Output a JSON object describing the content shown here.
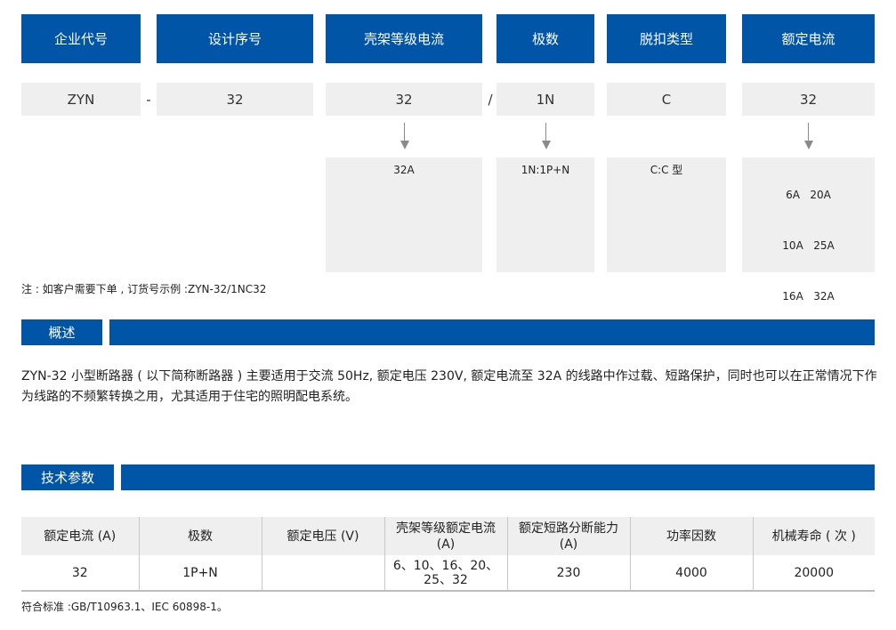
{
  "model_code": {
    "headers": [
      "企业代号",
      "设计序号",
      "壳架等级电流",
      "极数",
      "脱扣类型",
      "额定电流"
    ],
    "values": [
      "ZYN",
      "32",
      "32",
      "1N",
      "C",
      "32"
    ],
    "separators": [
      "-",
      "/"
    ],
    "options": {
      "frame_current": [
        "32A"
      ],
      "poles": [
        "1N:1P+N"
      ],
      "trip_type": [
        "C:C 型"
      ],
      "rated_current": [
        "6A   20A",
        "10A   25A",
        "16A   32A"
      ]
    }
  },
  "note": "注 : 如客户需要下单 , 订货号示例 :ZYN-32/1NC32",
  "overview": {
    "title": "概述",
    "text": "ZYN-32 小型断路器 ( 以下简称断路器 ) 主要适用于交流 50Hz, 额定电压 230V, 额定电流至 32A 的线路中作过载、短路保护，同时也可以在正常情况下作为线路的不频繁转换之用，尤其适用于住宅的照明配电系统。"
  },
  "tech": {
    "title": "技术参数",
    "columns": [
      "额定电流 (A)",
      "极数",
      "额定电压 (V)",
      "壳架等级额定电流 (A)",
      "额定短路分断能力 (A)",
      "功率因数",
      "机械寿命 ( 次 )"
    ],
    "rows": [
      [
        "32",
        "1P+N",
        "",
        "6、10、16、20、25、32",
        "230",
        "4000",
        "20000"
      ]
    ]
  },
  "standard": "符合标准 :GB/T10963.1、IEC 60898-1。",
  "colors": {
    "brand_blue": "#0155a7",
    "cell_gray": "#efefef",
    "arrow_gray": "#8a8a8a"
  }
}
